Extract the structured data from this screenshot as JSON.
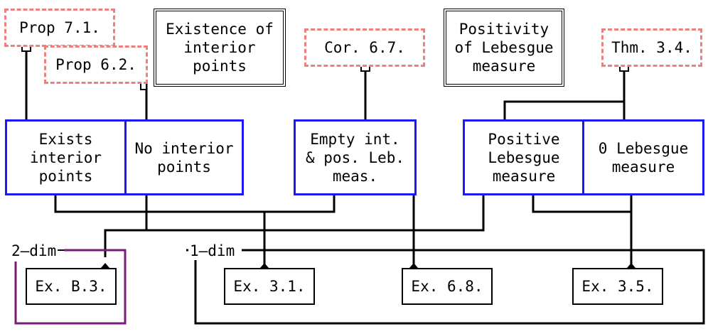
{
  "references": {
    "prop71": "Prop 7.1.",
    "prop62": "Prop 6.2.",
    "cor67": "Cor. 6.7.",
    "thm34": "Thm. 3.4."
  },
  "concepts": {
    "existence": "Existence of\ninterior\npoints",
    "positivity": "Positivity\nof Lebesgue\nmeasure"
  },
  "properties": {
    "exists_interior": "Exists\ninterior\npoints",
    "no_interior": "No interior\npoints",
    "empty_int": "Empty int.\n& pos. Leb.\nmeas.",
    "positive_leb": "Positive\nLebesgue\nmeasure",
    "zero_leb": "0 Lebesgue\nmeasure"
  },
  "examples": {
    "exb3": "Ex. B.3.",
    "ex31": "Ex. 3.1.",
    "ex68": "Ex. 6.8.",
    "ex35": "Ex. 3.5."
  },
  "groups": {
    "two_dim": "2–dim",
    "one_dim": "1–dim"
  },
  "colors": {
    "reference_border": "#ee7f7f",
    "property_border": "#1a1aee",
    "two_dim_group": "#7a1a7a",
    "line": "#000000"
  }
}
